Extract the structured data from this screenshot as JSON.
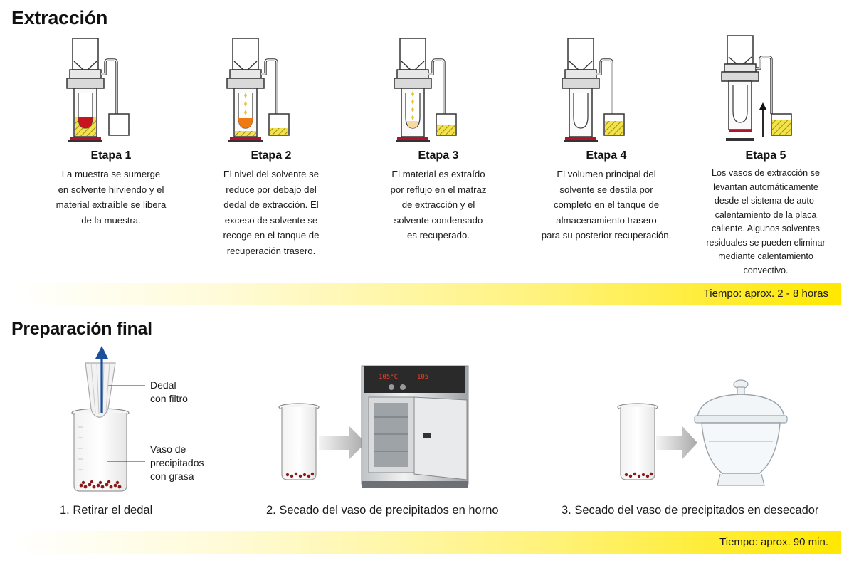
{
  "sections": {
    "extraction_title": "Extracción",
    "final_title": "Preparación final"
  },
  "stages": [
    {
      "title": "Etapa 1",
      "lines": [
        "La muestra se sumerge",
        "en solvente hirviendo y el",
        "material extraíble se libera",
        "de la muestra."
      ]
    },
    {
      "title": "Etapa 2",
      "lines": [
        "El nivel del solvente se",
        "reduce por debajo del",
        "dedal de extracción. El",
        "exceso de solvente se",
        "recoge en el tanque de",
        "recuperación trasero."
      ]
    },
    {
      "title": "Etapa 3",
      "lines": [
        "El material es extraído",
        "por reflujo en el matraz",
        "de extracción y el",
        "solvente condensado",
        "es recuperado."
      ]
    },
    {
      "title": "Etapa 4",
      "lines": [
        "El volumen principal del",
        "solvente se destila por",
        "completo en el tanque de",
        "almacenamiento trasero",
        "para su posterior recuperación."
      ]
    },
    {
      "title": "Etapa 5",
      "lines": [
        "Los vasos de extracción se",
        "levantan automáticamente",
        "desde el sistema de auto-",
        "calentamiento de la placa",
        "caliente. Algunos solventes",
        "residuales se pueden eliminar",
        "mediante calentamiento",
        "convectivo."
      ]
    }
  ],
  "time_extraction": "Tiempo: aprox. 2 - 8 horas",
  "time_final": "Tiempo: aprox. 90 min.",
  "callouts": {
    "thimble": [
      "Dedal",
      "con filtro"
    ],
    "beaker": [
      "Vaso de",
      "precipitados",
      "con grasa"
    ]
  },
  "oven_display": {
    "left": "105°C",
    "right": "105"
  },
  "steps": [
    {
      "number": "1.",
      "text": "Retirar el dedal"
    },
    {
      "number": "2.",
      "text": "Secado del vaso de precipitados en horno"
    },
    {
      "number": "3.",
      "text": "Secado del vaso de precipitados en desecador"
    }
  ],
  "colors": {
    "sample_red": "#c8141e",
    "sample_orange": "#f07a12",
    "solvent_yellow": "#f3e24a",
    "hotplate_red": "#b3122a",
    "arrow_blue": "#1b4f9c",
    "band_yellow": "#ffe800"
  }
}
